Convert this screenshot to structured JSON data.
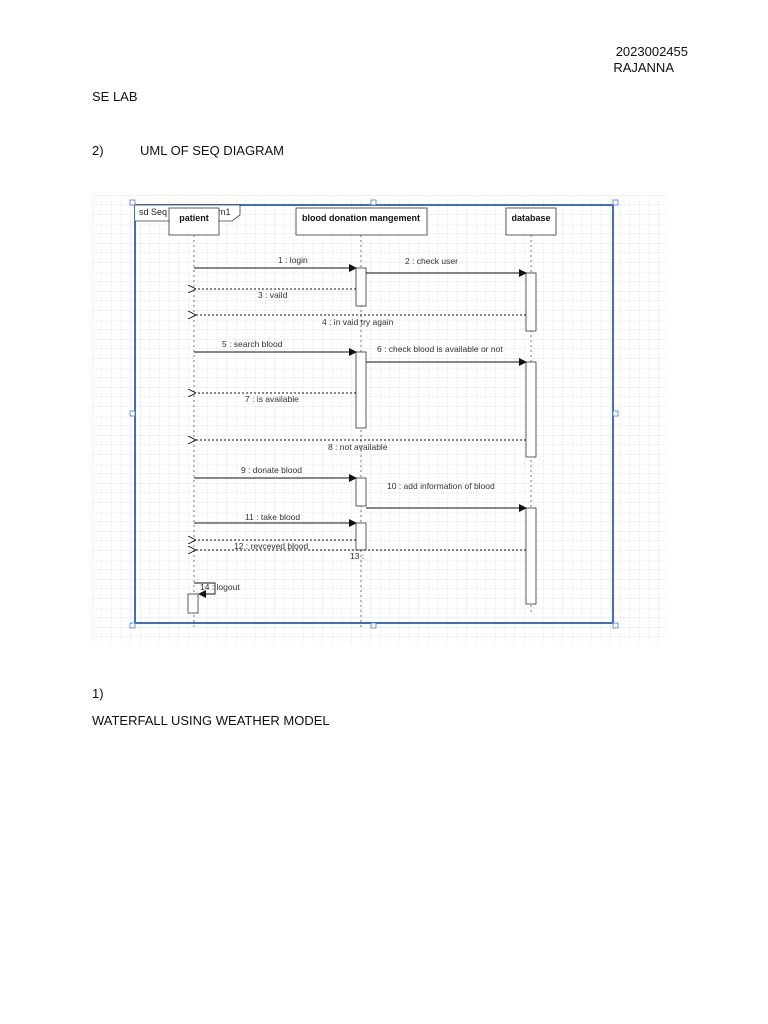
{
  "header": {
    "id": "2023002455",
    "name": "RAJANNA"
  },
  "course": "SE LAB",
  "section_2": {
    "number": "2)",
    "title": "UML OF SEQ DIAGRAM"
  },
  "section_1": {
    "number": "1)",
    "title": "WATERFALL USING WEATHER MODEL"
  },
  "diagram": {
    "frame_label": "sd Seq",
    "frame_label_tail": "m1",
    "participants": [
      "patient",
      "blood donation mangement",
      "database"
    ],
    "messages": [
      "1 : login",
      "2 : check user",
      "3 : vaild",
      "4 : in vaid try again",
      "5 : search blood",
      "6 : check blood is available or not",
      "7 : is available",
      "8 : not available",
      "9 : donate blood",
      "10 : add information of blood",
      "11 : take blood",
      "12 : revceved blood",
      "13 :",
      "14 : logout"
    ]
  }
}
